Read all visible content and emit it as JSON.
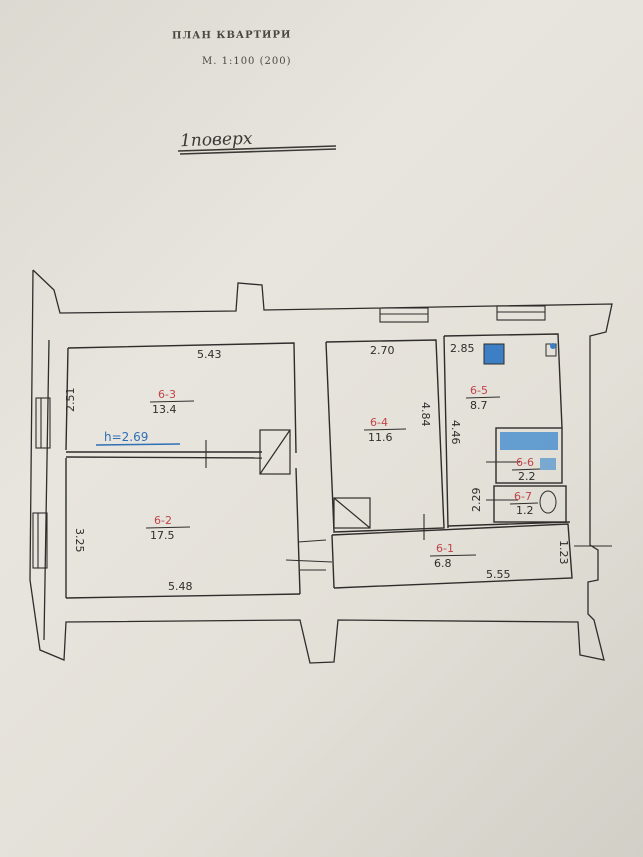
{
  "header": {
    "title": "ПЛАН КВАРТИРИ",
    "scale": "М. 1:100 (200)",
    "floor": "1поверх"
  },
  "rooms": [
    {
      "label": "6-3",
      "area": "13.4"
    },
    {
      "label": "6-2",
      "area": "17.5"
    },
    {
      "label": "6-4",
      "area": "11.6"
    },
    {
      "label": "6-5",
      "area": "8.7"
    },
    {
      "label": "6-6",
      "area": "2.2"
    },
    {
      "label": "6-7",
      "area": "1.2"
    },
    {
      "label": "6-1",
      "area": "6.8"
    }
  ],
  "dimensions": {
    "room3_width": "5.43",
    "room3_depth": "2.51",
    "room2_width": "5.48",
    "room2_depth": "3.25",
    "room4_width": "2.70",
    "room4_depth": "4.84",
    "room5_width": "2.85",
    "room5_depth": "4.46",
    "bath_depth": "2.29",
    "hall_width": "5.55",
    "hall_depth": "1.23"
  },
  "height_note": "h=2.69",
  "colors": {
    "labels": "#c2444a",
    "height_note": "#2f6fb6",
    "lines": "#2f2d2b"
  }
}
